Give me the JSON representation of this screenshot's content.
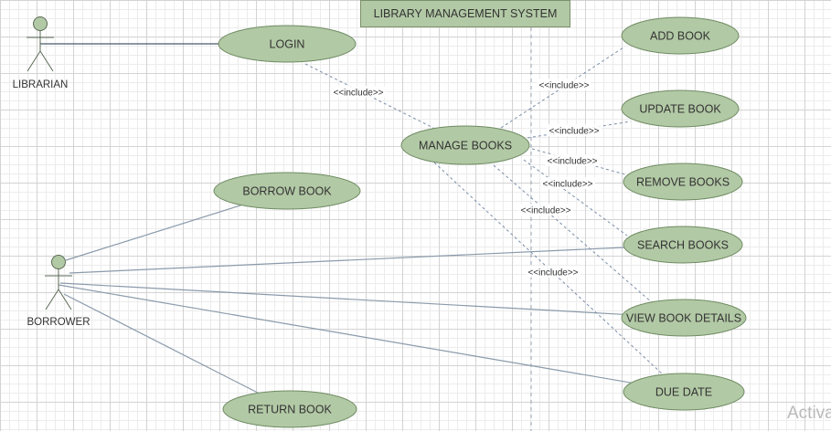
{
  "diagram": {
    "title": "LIBRARY MANAGEMENT SYSTEM",
    "colors": {
      "usecase_fill": "#b2c9a5",
      "usecase_stroke": "#6f8b63",
      "actor_fill": "#b2c9a5",
      "line_color": "#8a9aaa",
      "dashed_color": "#7a8ea8",
      "text_color": "#333333"
    },
    "actors": [
      {
        "id": "librarian",
        "label": "LIBRARIAN"
      },
      {
        "id": "borrower",
        "label": "BORROWER"
      }
    ],
    "use_cases": [
      {
        "id": "login",
        "label": "LOGIN"
      },
      {
        "id": "manage",
        "label": "MANAGE BOOKS"
      },
      {
        "id": "add",
        "label": "ADD BOOK"
      },
      {
        "id": "update",
        "label": "UPDATE BOOK"
      },
      {
        "id": "remove",
        "label": "REMOVE BOOKS"
      },
      {
        "id": "search",
        "label": "SEARCH BOOKS"
      },
      {
        "id": "view",
        "label": "VIEW BOOK DETAILS"
      },
      {
        "id": "due",
        "label": "DUE DATE"
      },
      {
        "id": "borrow",
        "label": "BORROW BOOK"
      },
      {
        "id": "return",
        "label": "RETURN BOOK"
      }
    ],
    "associations": [
      {
        "from": "librarian",
        "to": "login"
      },
      {
        "from": "borrower",
        "to": "borrow"
      },
      {
        "from": "borrower",
        "to": "search"
      },
      {
        "from": "borrower",
        "to": "view"
      },
      {
        "from": "borrower",
        "to": "due"
      },
      {
        "from": "borrower",
        "to": "return"
      }
    ],
    "includes": [
      {
        "from": "login",
        "to": "manage",
        "label": "<<include>>"
      },
      {
        "from": "manage",
        "to": "add",
        "label": "<<include>>"
      },
      {
        "from": "manage",
        "to": "update",
        "label": "<<include>>"
      },
      {
        "from": "manage",
        "to": "remove",
        "label": "<<include>>"
      },
      {
        "from": "manage",
        "to": "search",
        "label": "<<include>>"
      },
      {
        "from": "manage",
        "to": "view",
        "label": "<<include>>"
      },
      {
        "from": "manage",
        "to": "due",
        "label": "<<include>>"
      }
    ]
  },
  "watermark": "Activa"
}
